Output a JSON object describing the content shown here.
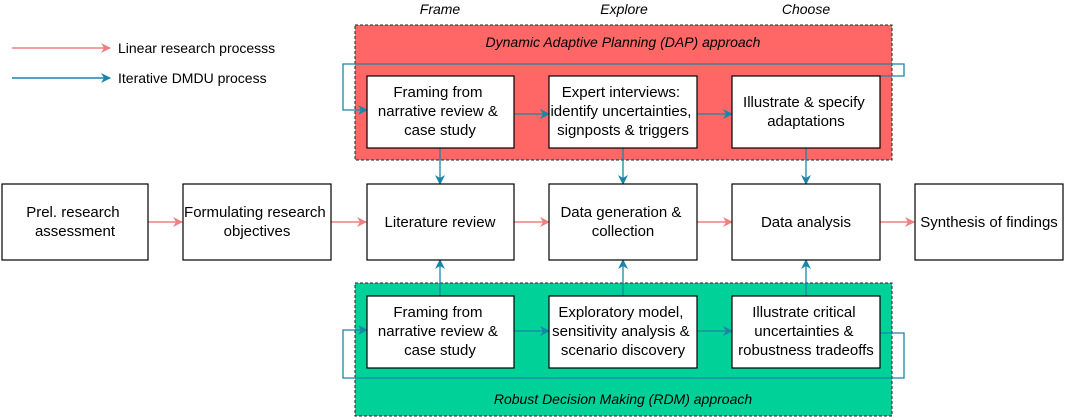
{
  "phases": {
    "frame": "Frame",
    "explore": "Explore",
    "choose": "Choose"
  },
  "legend": {
    "linear_label": "Linear research processs",
    "iterative_label": "Iterative DMDU process",
    "linear_color": "#f08080",
    "iterative_color": "#1a85a9"
  },
  "dap": {
    "title": "Dynamic Adaptive Planning (DAP) approach",
    "color": "#ff6666",
    "boxes": [
      {
        "lines": [
          "Framing from",
          "narrative review &",
          "case study"
        ]
      },
      {
        "lines": [
          "Expert interviews:",
          "identify uncertainties,",
          "signposts & triggers"
        ]
      },
      {
        "lines": [
          "Illustrate & specify",
          "adaptations"
        ]
      }
    ]
  },
  "main": {
    "boxes": [
      {
        "lines": [
          "Prel. research",
          "assessment"
        ]
      },
      {
        "lines": [
          "Formulating research",
          "objectives"
        ]
      },
      {
        "lines": [
          "Literature review"
        ]
      },
      {
        "lines": [
          "Data generation &",
          "collection"
        ]
      },
      {
        "lines": [
          "Data analysis"
        ]
      },
      {
        "lines": [
          "Synthesis of findings"
        ]
      }
    ]
  },
  "rdm": {
    "title": "Robust Decision Making (RDM) approach",
    "color": "#00d199",
    "boxes": [
      {
        "lines": [
          "Framing from",
          "narrative review &",
          "case study"
        ]
      },
      {
        "lines": [
          "Exploratory model,",
          "sensitivity analysis &",
          "scenario discovery"
        ]
      },
      {
        "lines": [
          "Illustrate critical",
          "uncertainties &",
          "robustness tradeoffs"
        ]
      }
    ]
  }
}
